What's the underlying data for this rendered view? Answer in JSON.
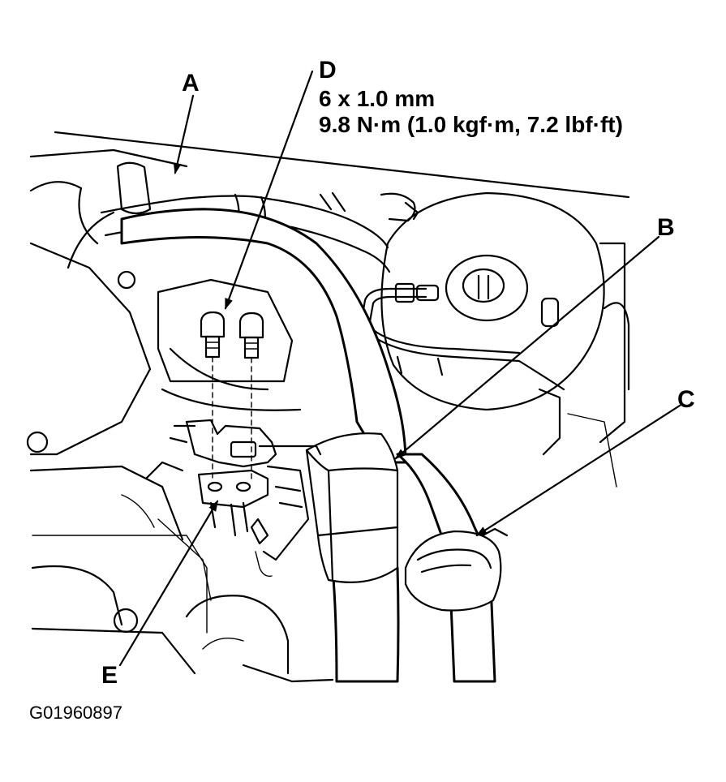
{
  "labels": {
    "a": "A",
    "b": "B",
    "c": "C",
    "d": "D",
    "e": "E"
  },
  "fastener_spec": {
    "size": "6 x 1.0 mm",
    "torque": "9.8 N·m (1.0 kgf·m, 7.2 lbf·ft)"
  },
  "figure_id": "G01960897",
  "colors": {
    "ink": "#000000",
    "paper": "#ffffff"
  }
}
